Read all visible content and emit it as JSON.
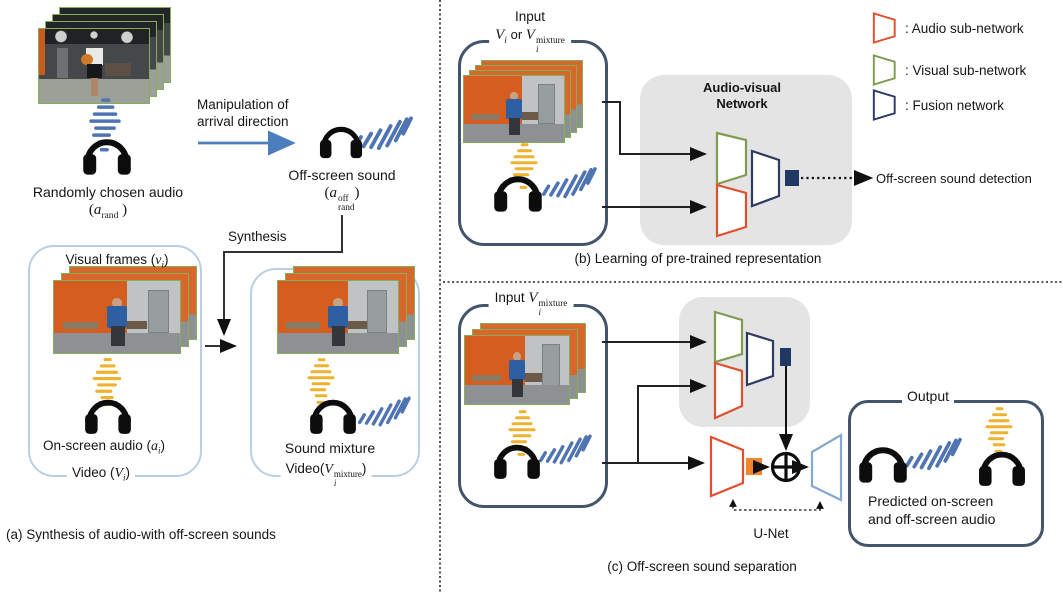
{
  "figure": {
    "type": "three-panel method diagram",
    "colors": {
      "audio_subnetwork": "#e0502c",
      "visual_subnetwork": "#7f9c50",
      "fusion_network": "#2e3a64",
      "onscreen_wave_yellow": "#eeb22f",
      "offscreen_wave_blue": "#4f74b4",
      "blue_arrow": "#4a7ebc",
      "navy_box_border": "#44546a",
      "light_blue_box_border": "#b9cfe6",
      "gray_network_box": "#e4e4e4",
      "feature_square_navy": "#1f3864",
      "feature_square_orange": "#f0872f",
      "unet_decoder_blue": "#84a8d0",
      "frame_border_green": "#85ae58"
    },
    "icons": {
      "headphone-icon": "headphones",
      "ripple-wave-icon": "vertical sound ripple",
      "diagonal-wave-icon": "diagonal off-screen sound stripes",
      "circled-plus-icon": "⊕"
    }
  },
  "panel_a": {
    "caption": "(a) Synthesis of  audio-with off-screen sounds",
    "random_audio_label": "Randomly chosen audio",
    "random_audio_math": {
      "open": "(",
      "var": "a",
      "sub": "rand",
      "close": " )"
    },
    "manipulation_line1": "Manipulation of",
    "manipulation_line2": "arrival direction",
    "offscreen_label": "Off-screen sound",
    "offscreen_math": {
      "open": "(",
      "var": "a",
      "sup": "off",
      "sub": "rand",
      "close": ")"
    },
    "synthesis_label": "Synthesis",
    "visual_frames_label": {
      "pre": "Visual frames (",
      "var": "v",
      "sub": "i",
      "post": ")"
    },
    "onscreen_label": {
      "pre": "On-screen audio (",
      "var": "a",
      "sub": "i",
      "post": ")"
    },
    "video_label": {
      "pre": "Video (",
      "var": "V",
      "sub": "i",
      "post": ")"
    },
    "mixture_label": "Sound mixture",
    "video_mixture_label": {
      "pre": "Video(",
      "var": "V",
      "sup": "mixture",
      "sub": "i",
      "post": ")"
    }
  },
  "panel_b": {
    "caption": "(b) Learning of pre-trained representation",
    "input_title": "Input",
    "input_math": {
      "var1": "V",
      "sub1": "i",
      "mid": " or ",
      "var2": "V",
      "sup2": "mixture",
      "sub2": "i"
    },
    "network_title_line1": "Audio-visual",
    "network_title_line2": "Network",
    "detection_label": "Off-screen sound detection",
    "legend": [
      {
        "name": "audio-subnetwork",
        "label": ": Audio sub-network"
      },
      {
        "name": "visual-subnetwork",
        "label": ": Visual sub-network"
      },
      {
        "name": "fusion-network",
        "label": ": Fusion network"
      }
    ]
  },
  "panel_c": {
    "caption": "(c) Off-screen sound separation",
    "input_label": {
      "pre": "Input ",
      "var": "V",
      "sup": "mixture",
      "sub": "i"
    },
    "unet_label": "U-Net",
    "output_title": "Output",
    "output_line1": "Predicted on-screen",
    "output_line2": "and off-screen audio"
  }
}
